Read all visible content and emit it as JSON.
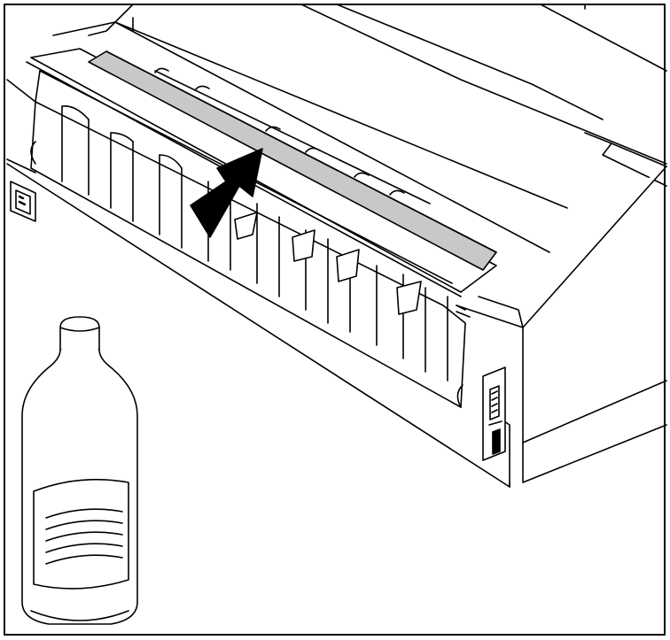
{
  "figure": {
    "subject": "printer-rear-with-cleaning-solution-bottle",
    "colors": {
      "line": "#000000",
      "fill": "#ffffff",
      "platen": "#c8c8c8",
      "arrow": "#000000"
    },
    "icons": [
      "printer-illustration",
      "platen-strip",
      "pointer-arrow",
      "cleaning-bottle-icon",
      "power-socket-icon",
      "parallel-port-icon",
      "serial-port-icon"
    ]
  }
}
